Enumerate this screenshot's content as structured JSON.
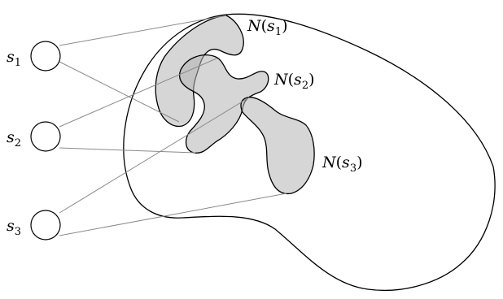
{
  "nodes": [
    {
      "id": "s1",
      "base": "s",
      "sub": "1"
    },
    {
      "id": "s2",
      "base": "s",
      "sub": "2"
    },
    {
      "id": "s3",
      "base": "s",
      "sub": "3"
    }
  ],
  "neighborhoods": [
    {
      "id": "N1",
      "func": "N",
      "open": "(",
      "base": "s",
      "sub": "1",
      "close": ")"
    },
    {
      "id": "N2",
      "func": "N",
      "open": "(",
      "base": "s",
      "sub": "2",
      "close": ")"
    },
    {
      "id": "N3",
      "func": "N",
      "open": "(",
      "base": "s",
      "sub": "3",
      "close": ")"
    }
  ],
  "colors": {
    "region_fill": "#b4b4b4",
    "edge_stroke": "#8a8a8a",
    "outline": "#000000"
  }
}
